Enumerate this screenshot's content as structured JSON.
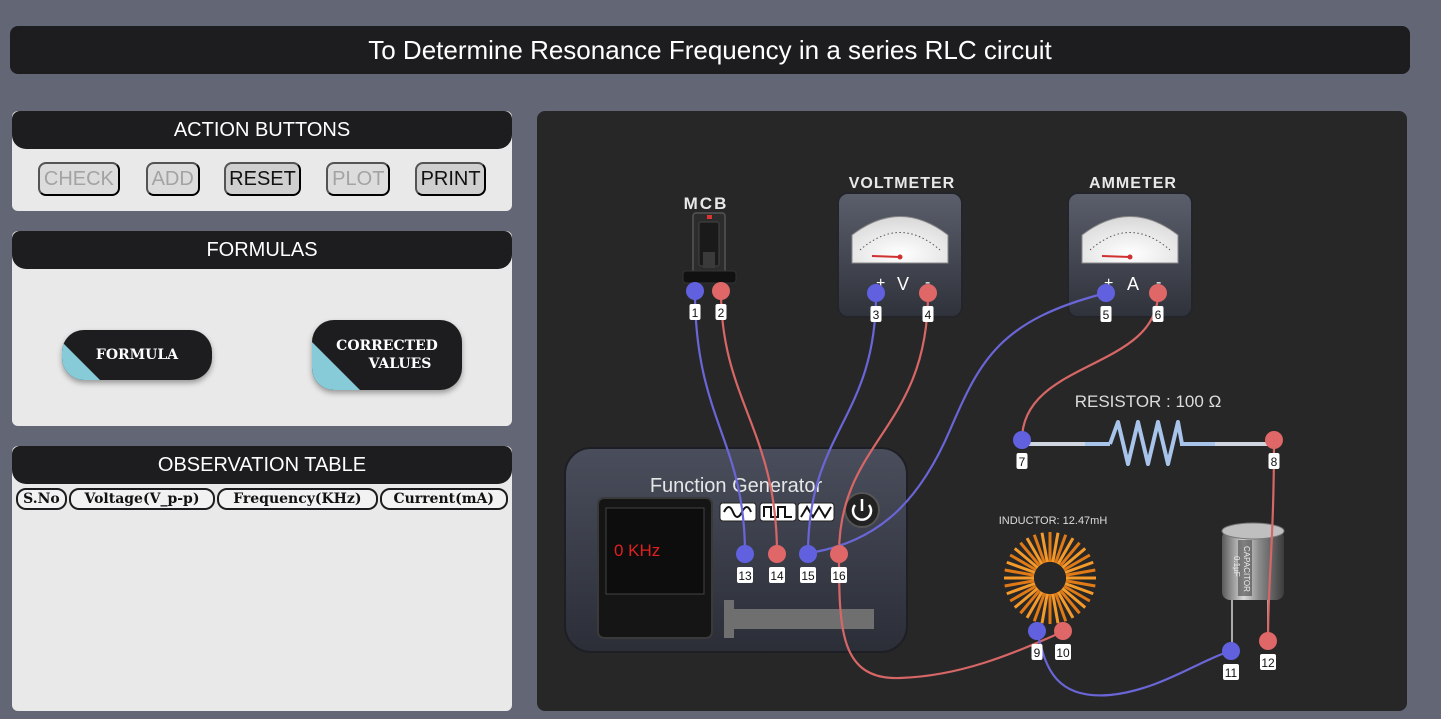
{
  "title": "To Determine Resonance Frequency in a series RLC circuit",
  "actions": {
    "header": "ACTION BUTTONS",
    "buttons": [
      {
        "label": "CHECK",
        "enabled": false
      },
      {
        "label": "ADD",
        "enabled": false
      },
      {
        "label": "RESET",
        "enabled": true
      },
      {
        "label": "PLOT",
        "enabled": false
      },
      {
        "label": "PRINT",
        "enabled": true
      }
    ]
  },
  "formulas": {
    "header": "FORMULAS",
    "formula_label": "FORMULA",
    "corrected_line1": "CORRECTED",
    "corrected_line2": "VALUES"
  },
  "observation": {
    "header": "OBSERVATION TABLE",
    "columns": [
      "S.No",
      "Voltage(V_p-p)",
      "Frequency(KHz)",
      "Current(mA)"
    ],
    "rows": []
  },
  "circuit": {
    "mcb_label": "MCB",
    "voltmeter_label": "VOLTMETER",
    "voltmeter_unit": "V",
    "ammeter_label": "AMMETER",
    "ammeter_unit": "A",
    "meter_plus": "+",
    "meter_minus": "-",
    "resistor_label": "RESISTOR : 100 Ω",
    "inductor_label": "INDUCTOR: 12.47mH",
    "capacitor_label": "CAPACITOR",
    "capacitor_value": "0.1μF",
    "function_generator_label": "Function Generator",
    "display_value": "0 KHz",
    "terminals": [
      "1",
      "2",
      "3",
      "4",
      "5",
      "6",
      "7",
      "8",
      "9",
      "10",
      "11",
      "12",
      "13",
      "14",
      "15",
      "16"
    ],
    "colors": {
      "positive": "#6161e0",
      "negative": "#e06767",
      "wire_blue": "#6a66d8",
      "wire_red": "#d76666",
      "display_text": "#e02020"
    }
  }
}
